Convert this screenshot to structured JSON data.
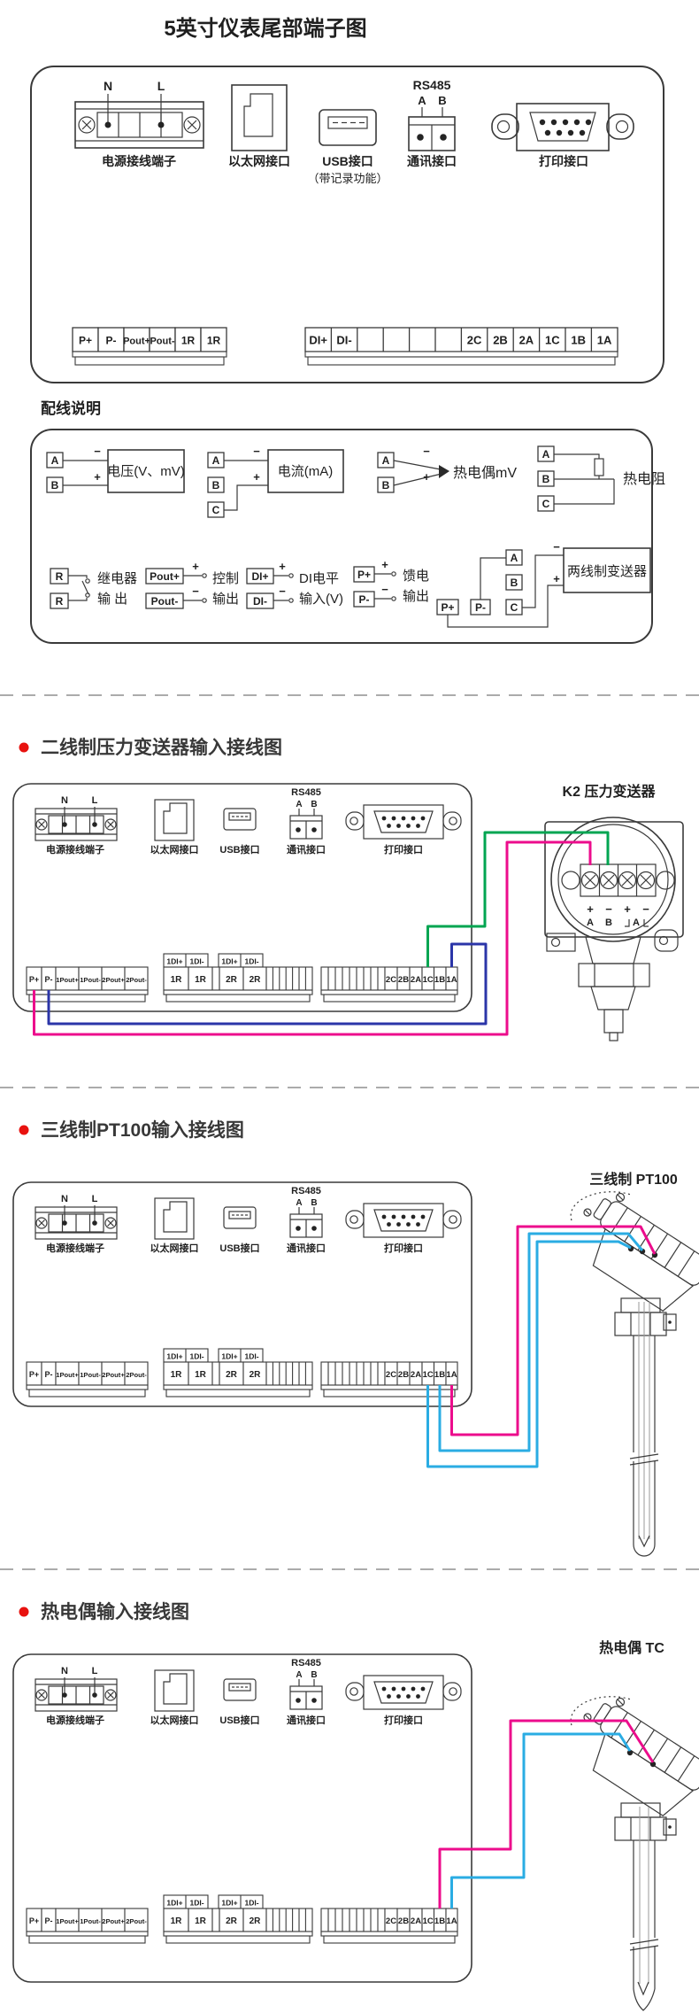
{
  "title": "5英寸仪表尾部端子图",
  "ports": {
    "n": "N",
    "l": "L",
    "power": "电源接线端子",
    "ethernet": "以太网接口",
    "usb": "USB接口",
    "usb_note": "（带记录功能）",
    "rs485": "RS485",
    "a": "A",
    "b": "B",
    "comm": "通讯接口",
    "printer": "打印接口"
  },
  "panel1": {
    "left_strip": [
      "P+",
      "P-",
      "Pout+",
      "Pout-",
      "1R",
      "1R"
    ],
    "right_strip": [
      "DI+",
      "DI-",
      "",
      "",
      "",
      "",
      "2C",
      "2B",
      "2A",
      "1C",
      "1B",
      "1A"
    ]
  },
  "wiring": {
    "heading": "配线说明",
    "voltage": "电压(V、mV)",
    "current": "电流(mA)",
    "thermocouple": "热电偶mV",
    "rtd": "热电阻",
    "relay_line1": "继电器",
    "relay_line2": "输  出",
    "control_line1": "控制",
    "control_line2": "输出",
    "di_line1": "DI电平",
    "di_line2": "输入(V)",
    "feed_line1": "馈电",
    "feed_line2": "输出",
    "transmitter": "两线制变送器"
  },
  "terms": {
    "a": "A",
    "b": "B",
    "c": "C",
    "r": "R",
    "p_plus": "P+",
    "p_minus": "P-",
    "pout_plus": "Pout+",
    "pout_minus": "Pout-",
    "di_plus": "DI+",
    "di_minus": "DI-",
    "plus": "+",
    "minus": "−"
  },
  "strips": {
    "left": [
      "P+",
      "P-",
      "1Pout+",
      "1Pout-",
      "2Pout+",
      "2Pout-"
    ],
    "mid_headers": [
      "1DI+",
      "1DI-",
      "1DI+",
      "1DI-"
    ],
    "mid": [
      "1R",
      "1R",
      "2R",
      "2R"
    ],
    "right": [
      "2C",
      "2B",
      "2A",
      "1C",
      "1B",
      "1A"
    ]
  },
  "section2": {
    "heading": "二线制压力变送器输入接线图",
    "device": "K2 压力变送器",
    "pin_marks": [
      "+",
      "−",
      "+",
      "−"
    ],
    "pin_labels": [
      "A",
      "B",
      "A"
    ]
  },
  "section3": {
    "heading": "三线制PT100输入接线图",
    "device": "三线制 PT100"
  },
  "section4": {
    "heading": "热电偶输入接线图",
    "device": "热电偶 TC"
  },
  "colors": {
    "wire_green": "#00A551",
    "wire_blue": "#2B35A8",
    "wire_pink": "#EC0C8C",
    "wire_cyan": "#2AACE3",
    "bullet_red": "#E8120F",
    "line": "#3A3A3A"
  }
}
